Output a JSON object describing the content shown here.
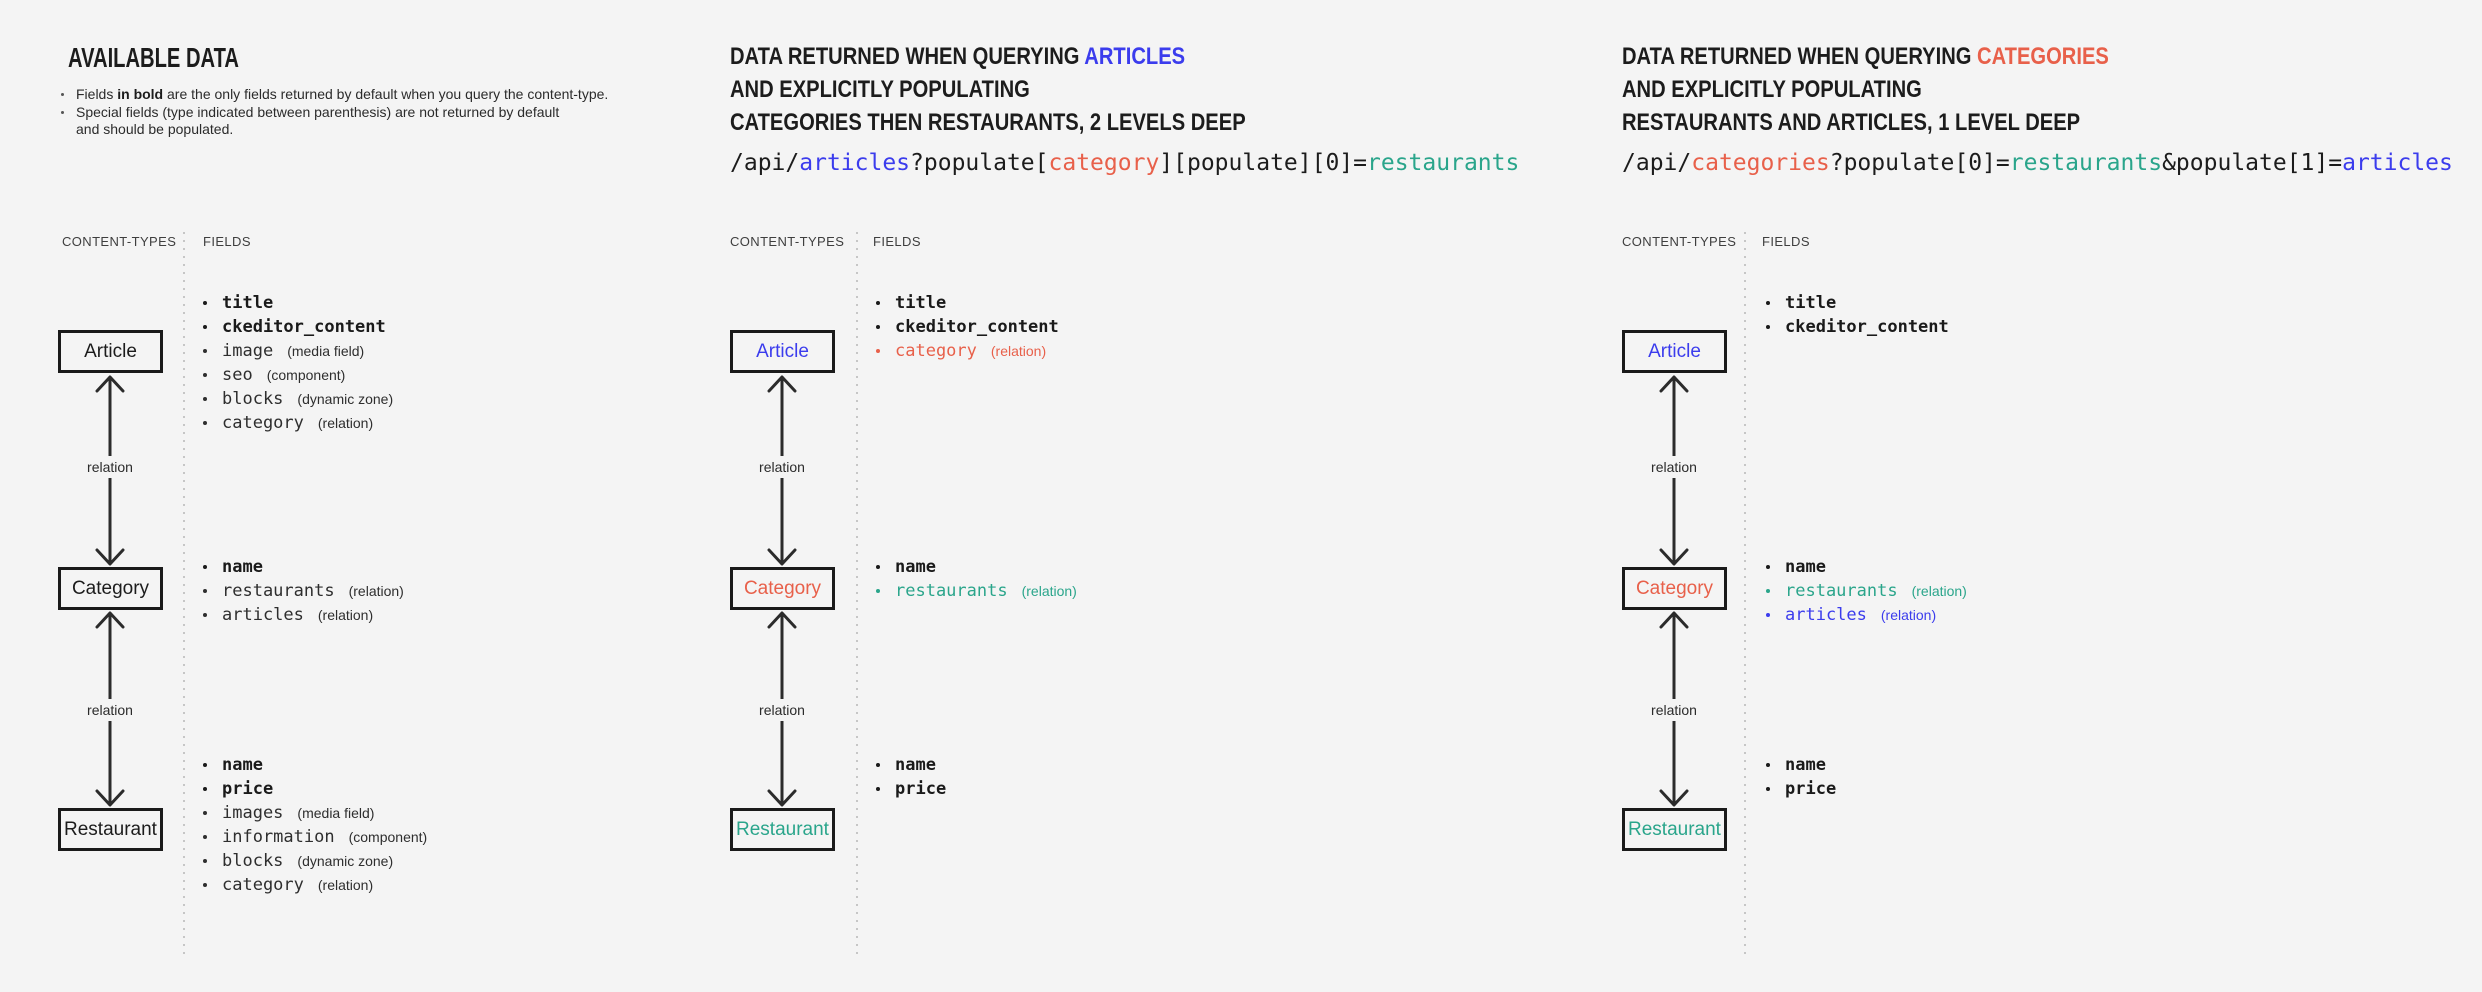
{
  "colors": {
    "page_bg": "#f4f4f4",
    "text": "#1c1c1c",
    "blue": "#3b3ced",
    "red": "#e8604a",
    "teal": "#2aa58b",
    "divider_dots": "#c6c6c6",
    "arrow": "#2b2b2b"
  },
  "panel1": {
    "title": "AVAILABLE DATA",
    "note1_pre": "Fields ",
    "note1_bold": "in bold",
    "note1_post": " are the only fields returned by default when you query the content-type.",
    "note2_line1": "Special fields (type indicated between parenthesis) are not returned by default",
    "note2_line2": "and should be populated.",
    "col_content_types": "CONTENT-TYPES",
    "col_fields": "FIELDS",
    "relation": "relation",
    "nodes": {
      "article": {
        "label": "Article",
        "fields": [
          {
            "name": "title"
          },
          {
            "name": "ckeditor_content"
          },
          {
            "name": "image",
            "type": "(media field)"
          },
          {
            "name": "seo",
            "type": "(component)"
          },
          {
            "name": "blocks",
            "type": "(dynamic zone)"
          },
          {
            "name": "category",
            "type": "(relation)"
          }
        ]
      },
      "category": {
        "label": "Category",
        "fields": [
          {
            "name": "name"
          },
          {
            "name": "restaurants",
            "type": "(relation)"
          },
          {
            "name": "articles",
            "type": "(relation)"
          }
        ]
      },
      "restaurant": {
        "label": "Restaurant",
        "fields": [
          {
            "name": "name"
          },
          {
            "name": "price"
          },
          {
            "name": "images",
            "type": "(media field)"
          },
          {
            "name": "information",
            "type": "(component)"
          },
          {
            "name": "blocks",
            "type": "(dynamic zone)"
          },
          {
            "name": "category",
            "type": "(relation)"
          }
        ]
      }
    }
  },
  "panel2": {
    "title_prefix": "DATA RETURNED WHEN QUERYING ",
    "title_highlight": "ARTICLES",
    "title_line2": "AND EXPLICITLY POPULATING",
    "title_line3": "CATEGORIES THEN RESTAURANTS, 2 LEVELS DEEP",
    "api": {
      "s1": "/api/",
      "s2": "articles",
      "s3": "?populate[",
      "s4": "category",
      "s5": "][populate][0]=",
      "s6": "restaurants"
    },
    "col_content_types": "CONTENT-TYPES",
    "col_fields": "FIELDS",
    "relation": "relation",
    "nodes": {
      "article": {
        "label": "Article",
        "fields": [
          {
            "name": "title"
          },
          {
            "name": "ckeditor_content"
          },
          {
            "name": "category",
            "type": "(relation)"
          }
        ]
      },
      "category": {
        "label": "Category",
        "fields": [
          {
            "name": "name"
          },
          {
            "name": "restaurants",
            "type": "(relation)"
          }
        ]
      },
      "restaurant": {
        "label": "Restaurant",
        "fields": [
          {
            "name": "name"
          },
          {
            "name": "price"
          }
        ]
      }
    }
  },
  "panel3": {
    "title_prefix": "DATA RETURNED WHEN QUERYING ",
    "title_highlight": "CATEGORIES",
    "title_line2": "AND EXPLICITLY POPULATING",
    "title_line3": "RESTAURANTS AND ARTICLES, 1 LEVEL DEEP",
    "api": {
      "s1": "/api/",
      "s2": "categories",
      "s3": "?populate[0]=",
      "s4": "restaurants",
      "s5": "&populate[1]=",
      "s6": "articles"
    },
    "col_content_types": "CONTENT-TYPES",
    "col_fields": "FIELDS",
    "relation": "relation",
    "nodes": {
      "article": {
        "label": "Article",
        "fields": [
          {
            "name": "title"
          },
          {
            "name": "ckeditor_content"
          }
        ]
      },
      "category": {
        "label": "Category",
        "fields": [
          {
            "name": "name"
          },
          {
            "name": "restaurants",
            "type": "(relation)"
          },
          {
            "name": "articles",
            "type": "(relation)"
          }
        ]
      },
      "restaurant": {
        "label": "Restaurant",
        "fields": [
          {
            "name": "name"
          },
          {
            "name": "price"
          }
        ]
      }
    }
  }
}
